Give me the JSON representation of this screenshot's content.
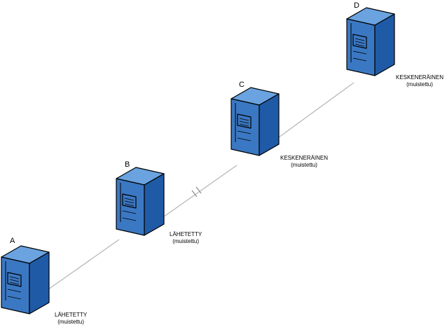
{
  "diagram": {
    "colors": {
      "server_front": "#3b78c3",
      "server_side": "#1f5aa6",
      "server_top": "#6aa3e0",
      "outline": "#000000",
      "link": "#b8b8b8"
    },
    "servers": [
      {
        "letter": "A",
        "status": "LÄHETETTY",
        "note": "(muistettu)"
      },
      {
        "letter": "B",
        "status": "LÄHETETTY",
        "note": "(muistettu)"
      },
      {
        "letter": "C",
        "status": "KESKENERÄINEN",
        "note": "(muistettu)"
      },
      {
        "letter": "D",
        "status": "KESKENERÄINEN",
        "note": "(muistettu)"
      }
    ],
    "links": [
      {
        "from": "A",
        "to": "B"
      },
      {
        "from": "B",
        "to": "C",
        "break_symbol": true
      },
      {
        "from": "C",
        "to": "D"
      }
    ]
  }
}
